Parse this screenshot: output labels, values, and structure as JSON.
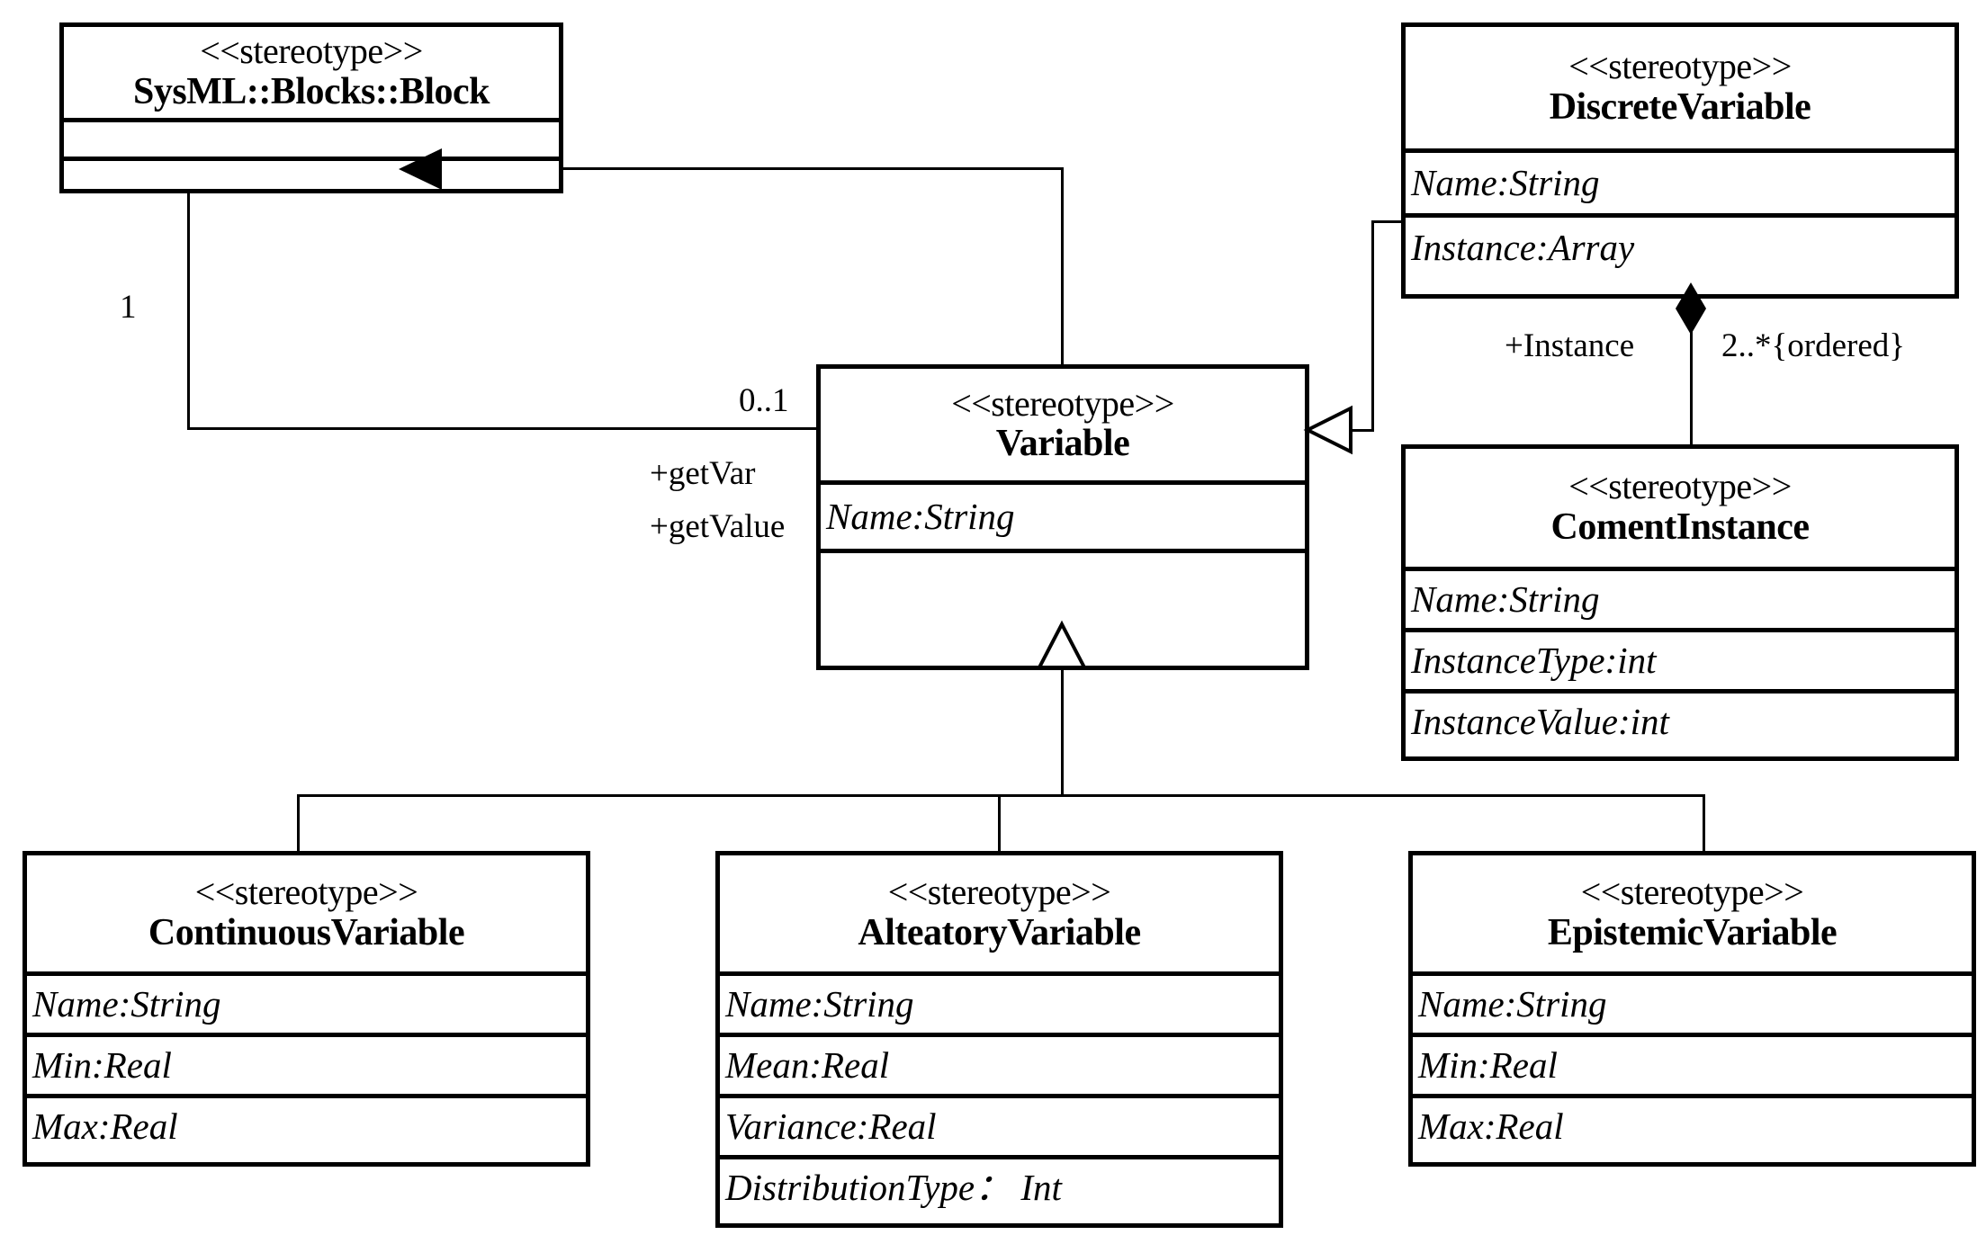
{
  "diagram": {
    "type": "uml-class-diagram",
    "stereotype_label": "<<stereotype>>",
    "classes": [
      {
        "id": "block",
        "stereotype": "<<stereotype>>",
        "name": "SysML::Blocks::Block",
        "attributes": [],
        "compartments": 3
      },
      {
        "id": "variable",
        "stereotype": "<<stereotype>>",
        "name": "Variable",
        "attributes": [
          "Name:String"
        ],
        "compartments": 3
      },
      {
        "id": "discrete-variable",
        "stereotype": "<<stereotype>>",
        "name": "DiscreteVariable",
        "attributes": [
          "Name:String",
          "Instance:Array"
        ],
        "compartments": 3
      },
      {
        "id": "coment-instance",
        "stereotype": "<<stereotype>>",
        "name": "ComentInstance",
        "attributes": [
          "Name:String",
          "InstanceType:int",
          "InstanceValue:int"
        ],
        "compartments": 4
      },
      {
        "id": "continuous-variable",
        "stereotype": "<<stereotype>>",
        "name": "ContinuousVariable",
        "attributes": [
          "Name:String",
          "Min:Real",
          "Max:Real"
        ],
        "compartments": 4
      },
      {
        "id": "alteatory-variable",
        "stereotype": "<<stereotype>>",
        "name": "AlteatoryVariable",
        "attributes": [
          "Name:String",
          "Mean:Real",
          "Variance:Real",
          "DistributionType： Int"
        ],
        "compartments": 5
      },
      {
        "id": "epistemic-variable",
        "stereotype": "<<stereotype>>",
        "name": "EpistemicVariable",
        "attributes": [
          "Name:String",
          "Min:Real",
          "Max:Real"
        ],
        "compartments": 4
      }
    ],
    "edge_labels": {
      "block_multiplicity": "1",
      "variable_multiplicity": "0..1",
      "role_get_var": "+getVar",
      "role_get_value": "+getValue",
      "role_instance": "+Instance",
      "instance_multiplicity": "2..*{ordered}"
    },
    "relationships": [
      {
        "name": "block-variable-association",
        "from": "variable",
        "to": "block",
        "kind": "directed-association",
        "source_multiplicity": "0..1",
        "target_multiplicity": "1",
        "roles": [
          "+getVar",
          "+getValue"
        ]
      },
      {
        "name": "discrete-variable-generalization",
        "from": "discrete-variable",
        "to": "variable",
        "kind": "generalization"
      },
      {
        "name": "discrete-coment-composition",
        "from": "discrete-variable",
        "to": "coment-instance",
        "kind": "composition",
        "role": "+Instance",
        "multiplicity": "2..*{ordered}"
      },
      {
        "name": "continuous-variable-generalization",
        "from": "continuous-variable",
        "to": "variable",
        "kind": "generalization"
      },
      {
        "name": "alteatory-variable-generalization",
        "from": "alteatory-variable",
        "to": "variable",
        "kind": "generalization"
      },
      {
        "name": "epistemic-variable-generalization",
        "from": "epistemic-variable",
        "to": "variable",
        "kind": "generalization"
      }
    ],
    "colors": {
      "line": "#000000",
      "fill": "#ffffff",
      "text": "#000000"
    }
  }
}
